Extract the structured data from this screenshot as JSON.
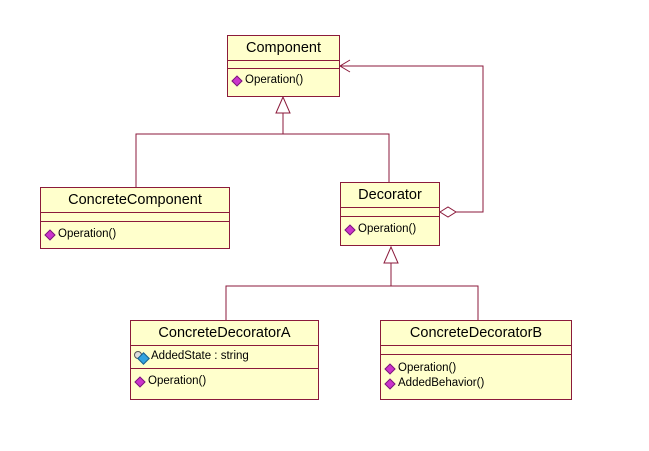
{
  "colors": {
    "box_fill": "#ffffcc",
    "box_border": "#8b1a3b",
    "line": "#8b1a3b",
    "operation_icon": "#cc33cc",
    "attribute_icon": "#33a3e0"
  },
  "classes": {
    "component": {
      "name": "Component",
      "operations": [
        "Operation()"
      ]
    },
    "concrete_component": {
      "name": "ConcreteComponent",
      "operations": [
        "Operation()"
      ]
    },
    "decorator": {
      "name": "Decorator",
      "operations": [
        "Operation()"
      ]
    },
    "concrete_decorator_a": {
      "name": "ConcreteDecoratorA",
      "attributes": [
        "AddedState : string"
      ],
      "operations": [
        "Operation()"
      ]
    },
    "concrete_decorator_b": {
      "name": "ConcreteDecoratorB",
      "operations": [
        "Operation()",
        "AddedBehavior()"
      ]
    }
  },
  "relationships": [
    {
      "type": "generalization",
      "from": "ConcreteComponent",
      "to": "Component"
    },
    {
      "type": "generalization",
      "from": "Decorator",
      "to": "Component"
    },
    {
      "type": "aggregation",
      "from": "Decorator",
      "to": "Component"
    },
    {
      "type": "generalization",
      "from": "ConcreteDecoratorA",
      "to": "Decorator"
    },
    {
      "type": "generalization",
      "from": "ConcreteDecoratorB",
      "to": "Decorator"
    }
  ]
}
